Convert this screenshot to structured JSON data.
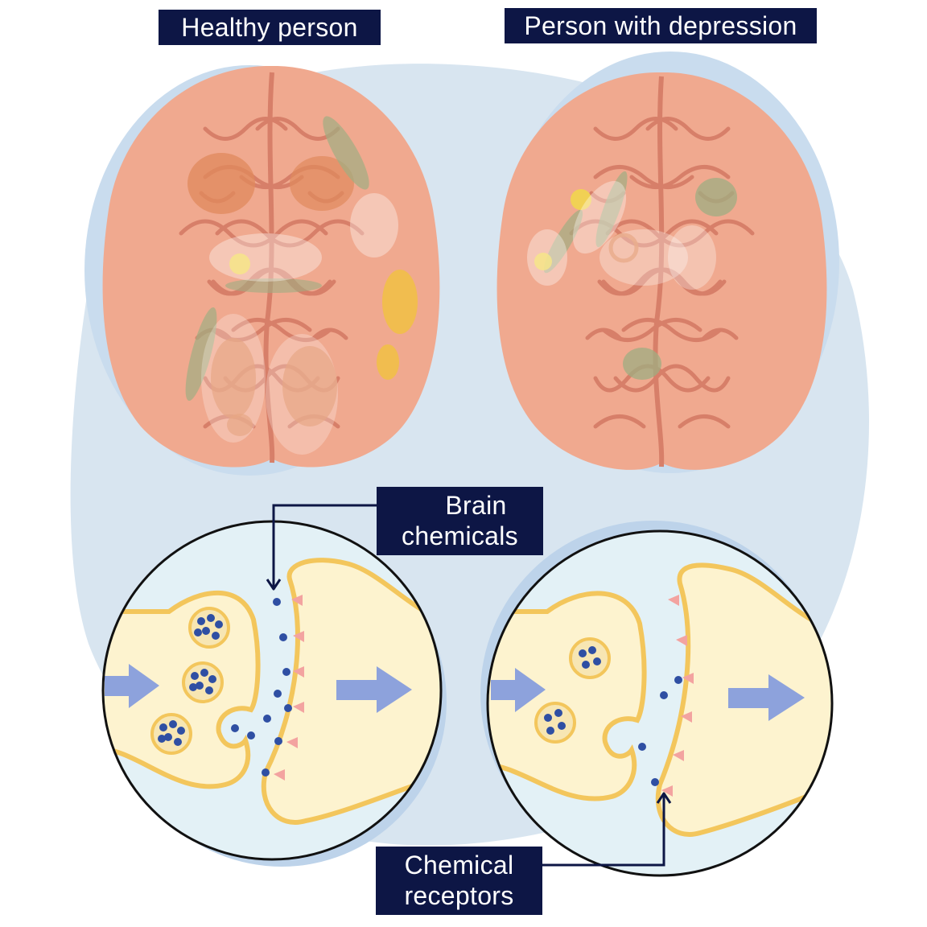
{
  "labels": {
    "healthy": "Healthy person",
    "depression": "Person with depression",
    "brain_chemicals_line1": "Brain",
    "brain_chemicals_line2": "chemicals",
    "chemical_receptors_line1": "Chemical",
    "chemical_receptors_line2": "receptors"
  },
  "colors": {
    "background_blob": "#d8e5f0",
    "brain": "#f0a98f",
    "brain_fold": "#d77f69",
    "label_bg": "#0d1645",
    "synapse_bg": "#e3f1f6",
    "neuron_fill": "#fdf3cf",
    "neuron_outline": "#f3c65c",
    "chemical": "#2f4fa3",
    "receptor": "#f3a3a0",
    "arrow": "#8da2dc"
  }
}
